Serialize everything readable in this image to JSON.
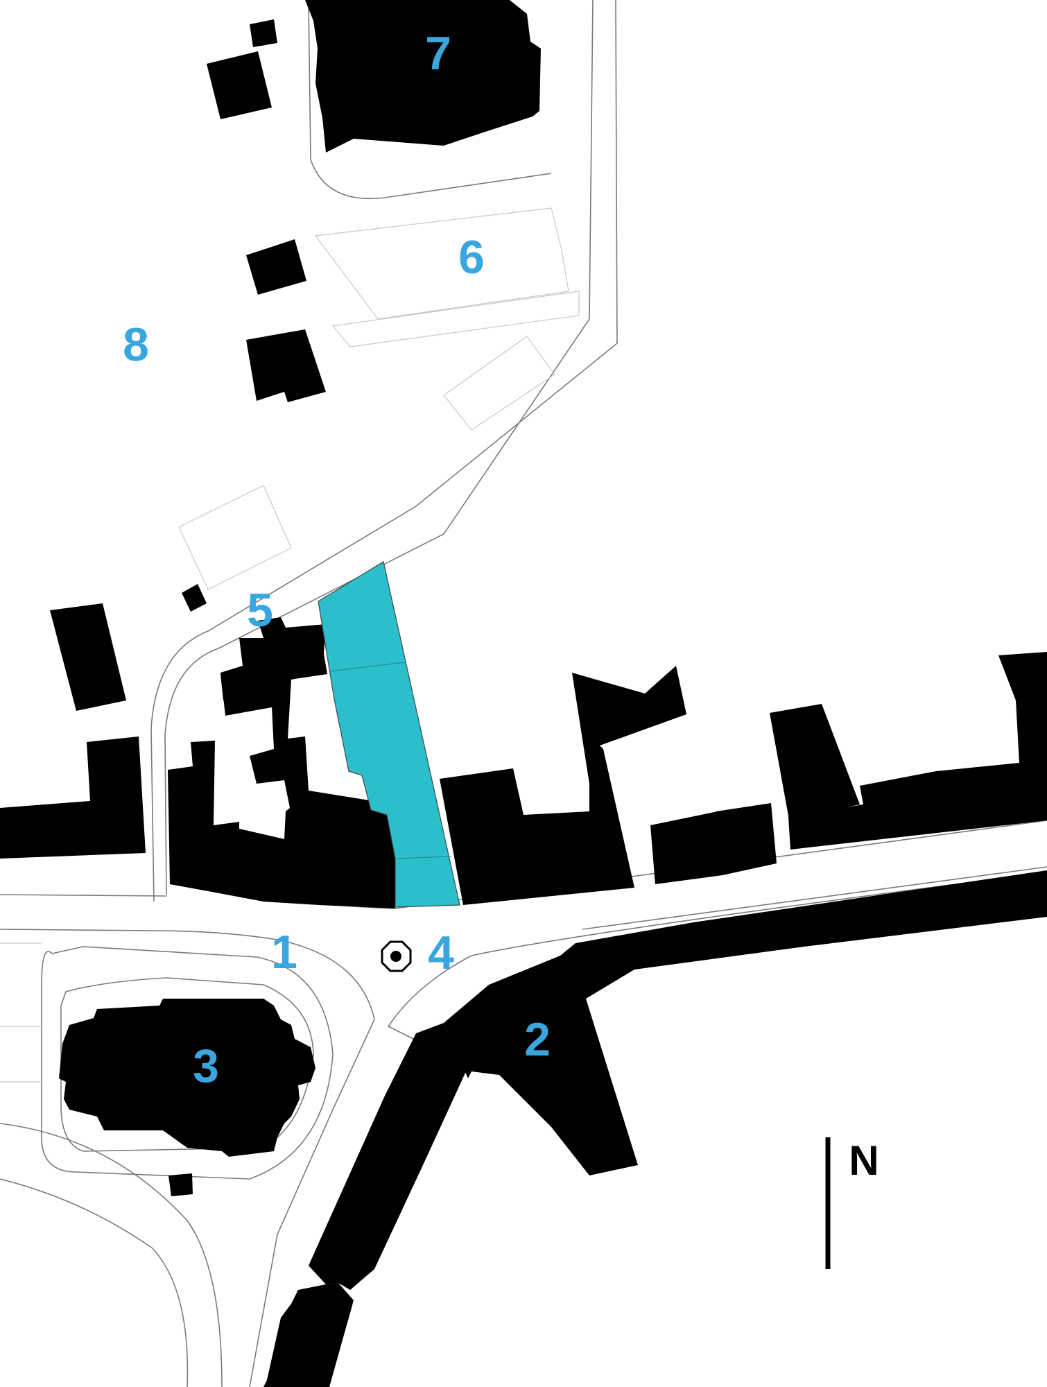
{
  "colors": {
    "buildings": "#000000",
    "highlight": "#2bbfcc",
    "labels": "#3aa6e0",
    "roads": "#7a7a7a",
    "background": "#ffffff"
  },
  "labels": {
    "l1": "1",
    "l2": "2",
    "l3": "3",
    "l4": "4",
    "l5": "5",
    "l6": "6",
    "l7": "7",
    "l8": "8"
  },
  "north_arrow": {
    "text": "N"
  }
}
